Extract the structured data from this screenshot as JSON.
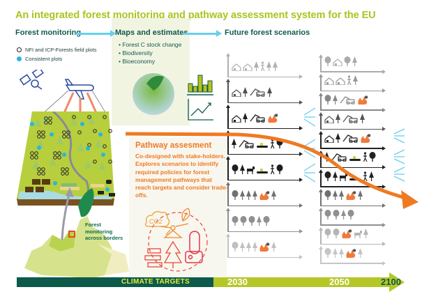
{
  "title": "An integrated forest monitoring and pathway assessment system for the EU",
  "colors": {
    "title": "#a9c51f",
    "section_label": "#0f5a4e",
    "flow_arrow": "#67cfee",
    "pathway_orange": "#ee7a24",
    "timeline_dark": "#0d5a4a",
    "timeline_green": "#b5c728",
    "consistent_plot_dot": "#27b4e6"
  },
  "sections": {
    "monitoring": {
      "label": "Forest monitoring",
      "legend": [
        {
          "icon": "open-circle-icon",
          "label": "NFI and ICP-Forests field plots"
        },
        {
          "icon": "filled-circle-icon",
          "label": "Consistent plots"
        }
      ],
      "map_note": "Forest monitoring across borders"
    },
    "maps": {
      "label": "Maps and estimates",
      "bullets": [
        "Forest C stock change",
        "Biodiversity",
        "Bioeconomy"
      ]
    },
    "scenarios": {
      "label": "Future forest scenarios"
    },
    "pathway": {
      "title": "Pathway assesment",
      "text": "Co-designed with stake-holders. Explores scenarios to identify required policies for forest management pathways that reach targets and consider trade-offs.",
      "icon_labels": {
        "co2": "CO2"
      }
    }
  },
  "timeline": {
    "label": "CLIMATE TARGETS",
    "years": [
      "2030",
      "2050",
      "2100"
    ]
  },
  "scenarios_2030": [
    {
      "shade": "#b0b0b0",
      "icons": [
        "house",
        "house",
        "conifer",
        "hiker",
        "conifer",
        "conifer"
      ]
    },
    {
      "shade": "#505050",
      "icons": [
        "house",
        "conifer",
        "harvester",
        "conifer"
      ]
    },
    {
      "shade": "#1e1e1e",
      "icons": [
        "house",
        "conifer",
        "harvester",
        "fire"
      ]
    },
    {
      "shade": "#1e1e1e",
      "icons": [
        "conifer",
        "harvester",
        "boat",
        "hiker",
        "broadleaf"
      ]
    },
    {
      "shade": "#1e1e1e",
      "icons": [
        "broadleaf",
        "conifer",
        "deer",
        "boat",
        "hiker",
        "broadleaf"
      ]
    },
    {
      "shade": "#707070",
      "icons": [
        "broadleaf",
        "conifer",
        "conifer",
        "conifer",
        "fire",
        "conifer"
      ]
    },
    {
      "shade": "#909090",
      "icons": [
        "broadleaf",
        "broadleaf",
        "broadleaf",
        "conifer",
        "broadleaf"
      ]
    },
    {
      "shade": "#c0c0c0",
      "icons": [
        "broadleaf",
        "conifer",
        "conifer",
        "conifer",
        "fire",
        "conifer"
      ]
    }
  ],
  "scenarios_2050": [
    {
      "shade": "#aaaaaa",
      "icons": [
        "broadleaf",
        "house",
        "broadleaf",
        "conifer"
      ]
    },
    {
      "shade": "#999999",
      "icons": [
        "house",
        "house",
        "hiker",
        "conifer"
      ]
    },
    {
      "shade": "#888888",
      "icons": [
        "broadleaf",
        "conifer",
        "harvester",
        "fire"
      ]
    },
    {
      "shade": "#555555",
      "icons": [
        "house",
        "conifer",
        "harvester",
        "conifer"
      ]
    },
    {
      "shade": "#222222",
      "icons": [
        "house",
        "conifer",
        "harvester",
        "fire"
      ]
    },
    {
      "shade": "#222222",
      "icons": [
        "conifer",
        "harvester",
        "boat",
        "hiker",
        "broadleaf"
      ]
    },
    {
      "shade": "#222222",
      "icons": [
        "broadleaf",
        "conifer",
        "deer",
        "boat",
        "hiker",
        "conifer"
      ]
    },
    {
      "shade": "#707070",
      "icons": [
        "broadleaf",
        "conifer",
        "conifer",
        "fire",
        "conifer"
      ]
    },
    {
      "shade": "#909090",
      "icons": [
        "broadleaf",
        "broadleaf",
        "conifer",
        "broadleaf"
      ]
    },
    {
      "shade": "#b5b5b5",
      "icons": [
        "broadleaf",
        "broadleaf",
        "fire",
        "deer",
        "conifer"
      ]
    },
    {
      "shade": "#c5c5c5",
      "icons": [
        "broadleaf",
        "conifer",
        "conifer",
        "fire",
        "conifer"
      ]
    }
  ]
}
